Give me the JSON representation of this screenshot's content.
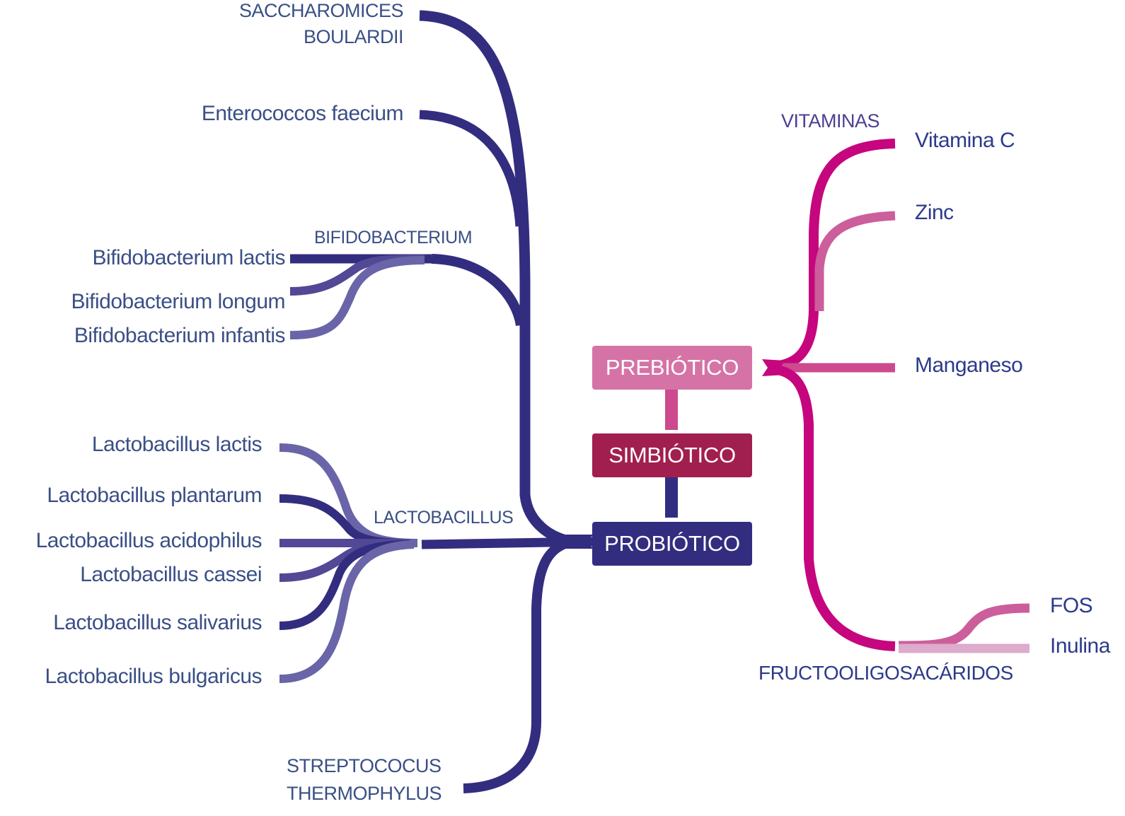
{
  "diagram": {
    "type": "mind-map",
    "colors": {
      "probiotic": "#332d80",
      "probiotic_light": "#6a64a8",
      "probiotic_mid": "#524896",
      "symbiotic": "#a11f4e",
      "prebiotic": "#d573a6",
      "prebiotic_strong": "#c5067e",
      "prebiotic_mid": "#cc5e9b",
      "prebiotic_light": "#ddabcb",
      "text": "#3a4f86"
    },
    "central_nodes": {
      "prebiotic": "PREBIÓTICO",
      "symbiotic": "SIMBIÓTICO",
      "probiotic": "PROBIÓTICO"
    },
    "probiotic_branches": {
      "saccharomices": [
        "SACCHAROMICES",
        "BOULARDII"
      ],
      "enterococcos": "Enterococcos faecium",
      "bifidobacterium": {
        "label": "BIFIDOBACTERIUM",
        "items": [
          "Bifidobacterium lactis",
          "Bifidobacterium longum",
          "Bifidobacterium infantis"
        ]
      },
      "lactobacillus": {
        "label": "LACTOBACILLUS",
        "items": [
          "Lactobacillus lactis",
          "Lactobacillus plantarum",
          "Lactobacillus acidophilus",
          "Lactobacillus cassei",
          "Lactobacillus salivarius",
          "Lactobacillus bulgaricus"
        ]
      },
      "streptococus": [
        "STREPTOCOCUS",
        "THERMOPHYLUS"
      ]
    },
    "prebiotic_branches": {
      "vitaminas": {
        "label": "VITAMINAS",
        "items": [
          "Vitamina C",
          "Zinc"
        ]
      },
      "manganeso": "Manganeso",
      "fructooligosacaridos": {
        "label": "FRUCTOOLIGOSACÁRIDOS",
        "items": [
          "FOS",
          "Inulina"
        ]
      }
    }
  }
}
